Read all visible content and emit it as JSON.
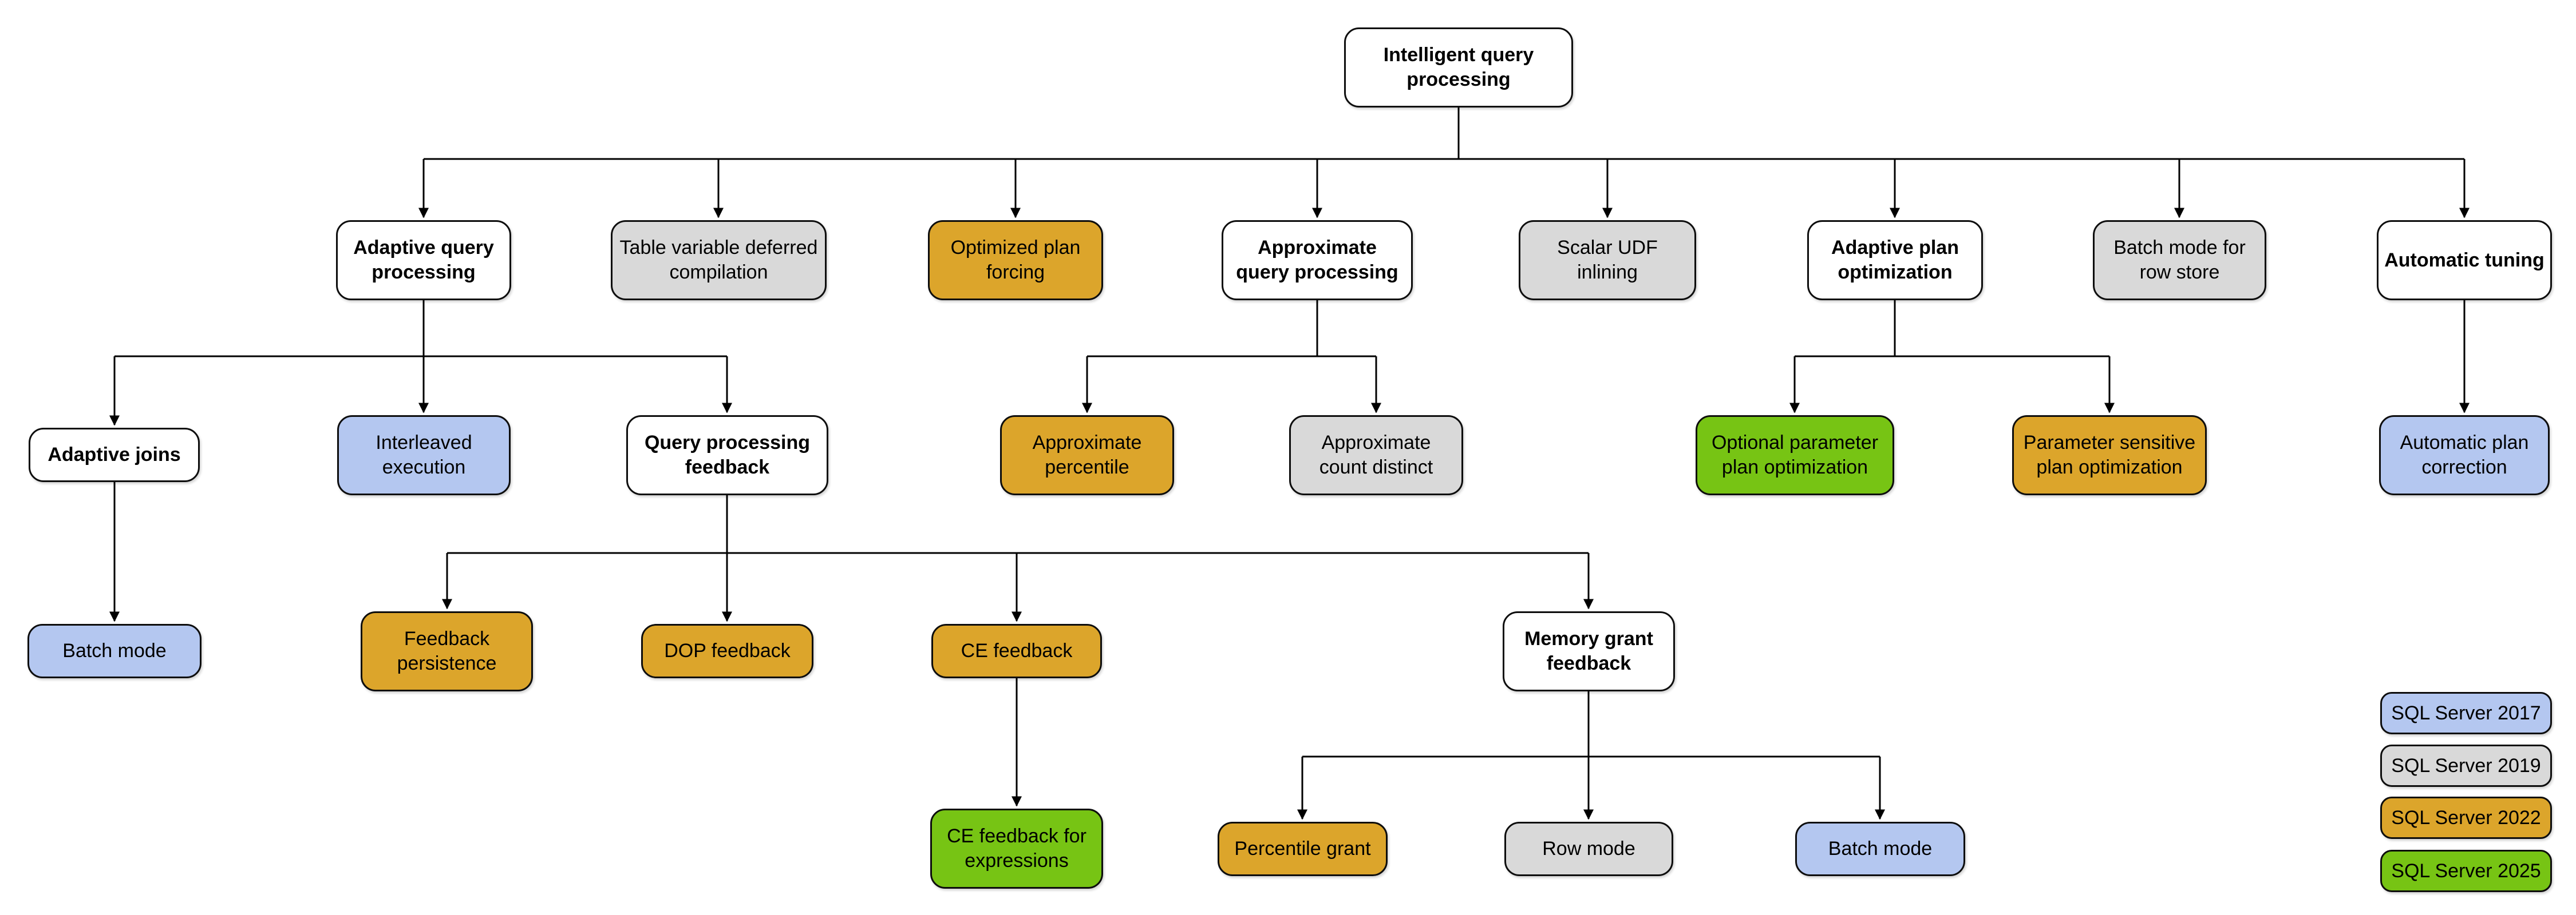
{
  "diagram": {
    "colors": {
      "white": "#ffffff",
      "gray": "#d9d9d9",
      "gold": "#dca52b",
      "blue": "#b4c7f0",
      "green": "#77c414",
      "line": "#000000"
    },
    "nodes": [
      {
        "label": "Intelligent query processing",
        "variant": "white"
      },
      {
        "label": "Adaptive query processing",
        "variant": "white"
      },
      {
        "label": "Table variable deferred compilation",
        "variant": "gray"
      },
      {
        "label": "Optimized plan forcing",
        "variant": "gold"
      },
      {
        "label": "Approximate query processing",
        "variant": "white"
      },
      {
        "label": "Scalar UDF inlining",
        "variant": "gray"
      },
      {
        "label": "Adaptive plan optimization",
        "variant": "white"
      },
      {
        "label": "Batch mode for row store",
        "variant": "gray"
      },
      {
        "label": "Automatic tuning",
        "variant": "white"
      },
      {
        "label": "Adaptive joins",
        "variant": "white"
      },
      {
        "label": "Interleaved execution",
        "variant": "blue"
      },
      {
        "label": "Query processing feedback",
        "variant": "white"
      },
      {
        "label": "Approximate percentile",
        "variant": "gold"
      },
      {
        "label": "Approximate count distinct",
        "variant": "gray"
      },
      {
        "label": "Optional parameter plan optimization",
        "variant": "green"
      },
      {
        "label": "Parameter sensitive plan optimization",
        "variant": "gold"
      },
      {
        "label": "Automatic plan correction",
        "variant": "blue"
      },
      {
        "label": "Batch mode",
        "variant": "blue"
      },
      {
        "label": "Feedback persistence",
        "variant": "gold"
      },
      {
        "label": "DOP feedback",
        "variant": "gold"
      },
      {
        "label": "CE feedback",
        "variant": "gold"
      },
      {
        "label": "Memory grant feedback",
        "variant": "white"
      },
      {
        "label": "CE feedback for expressions",
        "variant": "green"
      },
      {
        "label": "Percentile grant",
        "variant": "gold"
      },
      {
        "label": "Row mode",
        "variant": "gray"
      },
      {
        "label": "Batch mode",
        "variant": "blue"
      }
    ],
    "legend": {
      "items": [
        {
          "label": "SQL Server 2017",
          "variant": "blue"
        },
        {
          "label": "SQL Server 2019",
          "variant": "gray"
        },
        {
          "label": "SQL Server 2022",
          "variant": "gold"
        },
        {
          "label": "SQL Server 2025",
          "variant": "green"
        }
      ]
    }
  }
}
